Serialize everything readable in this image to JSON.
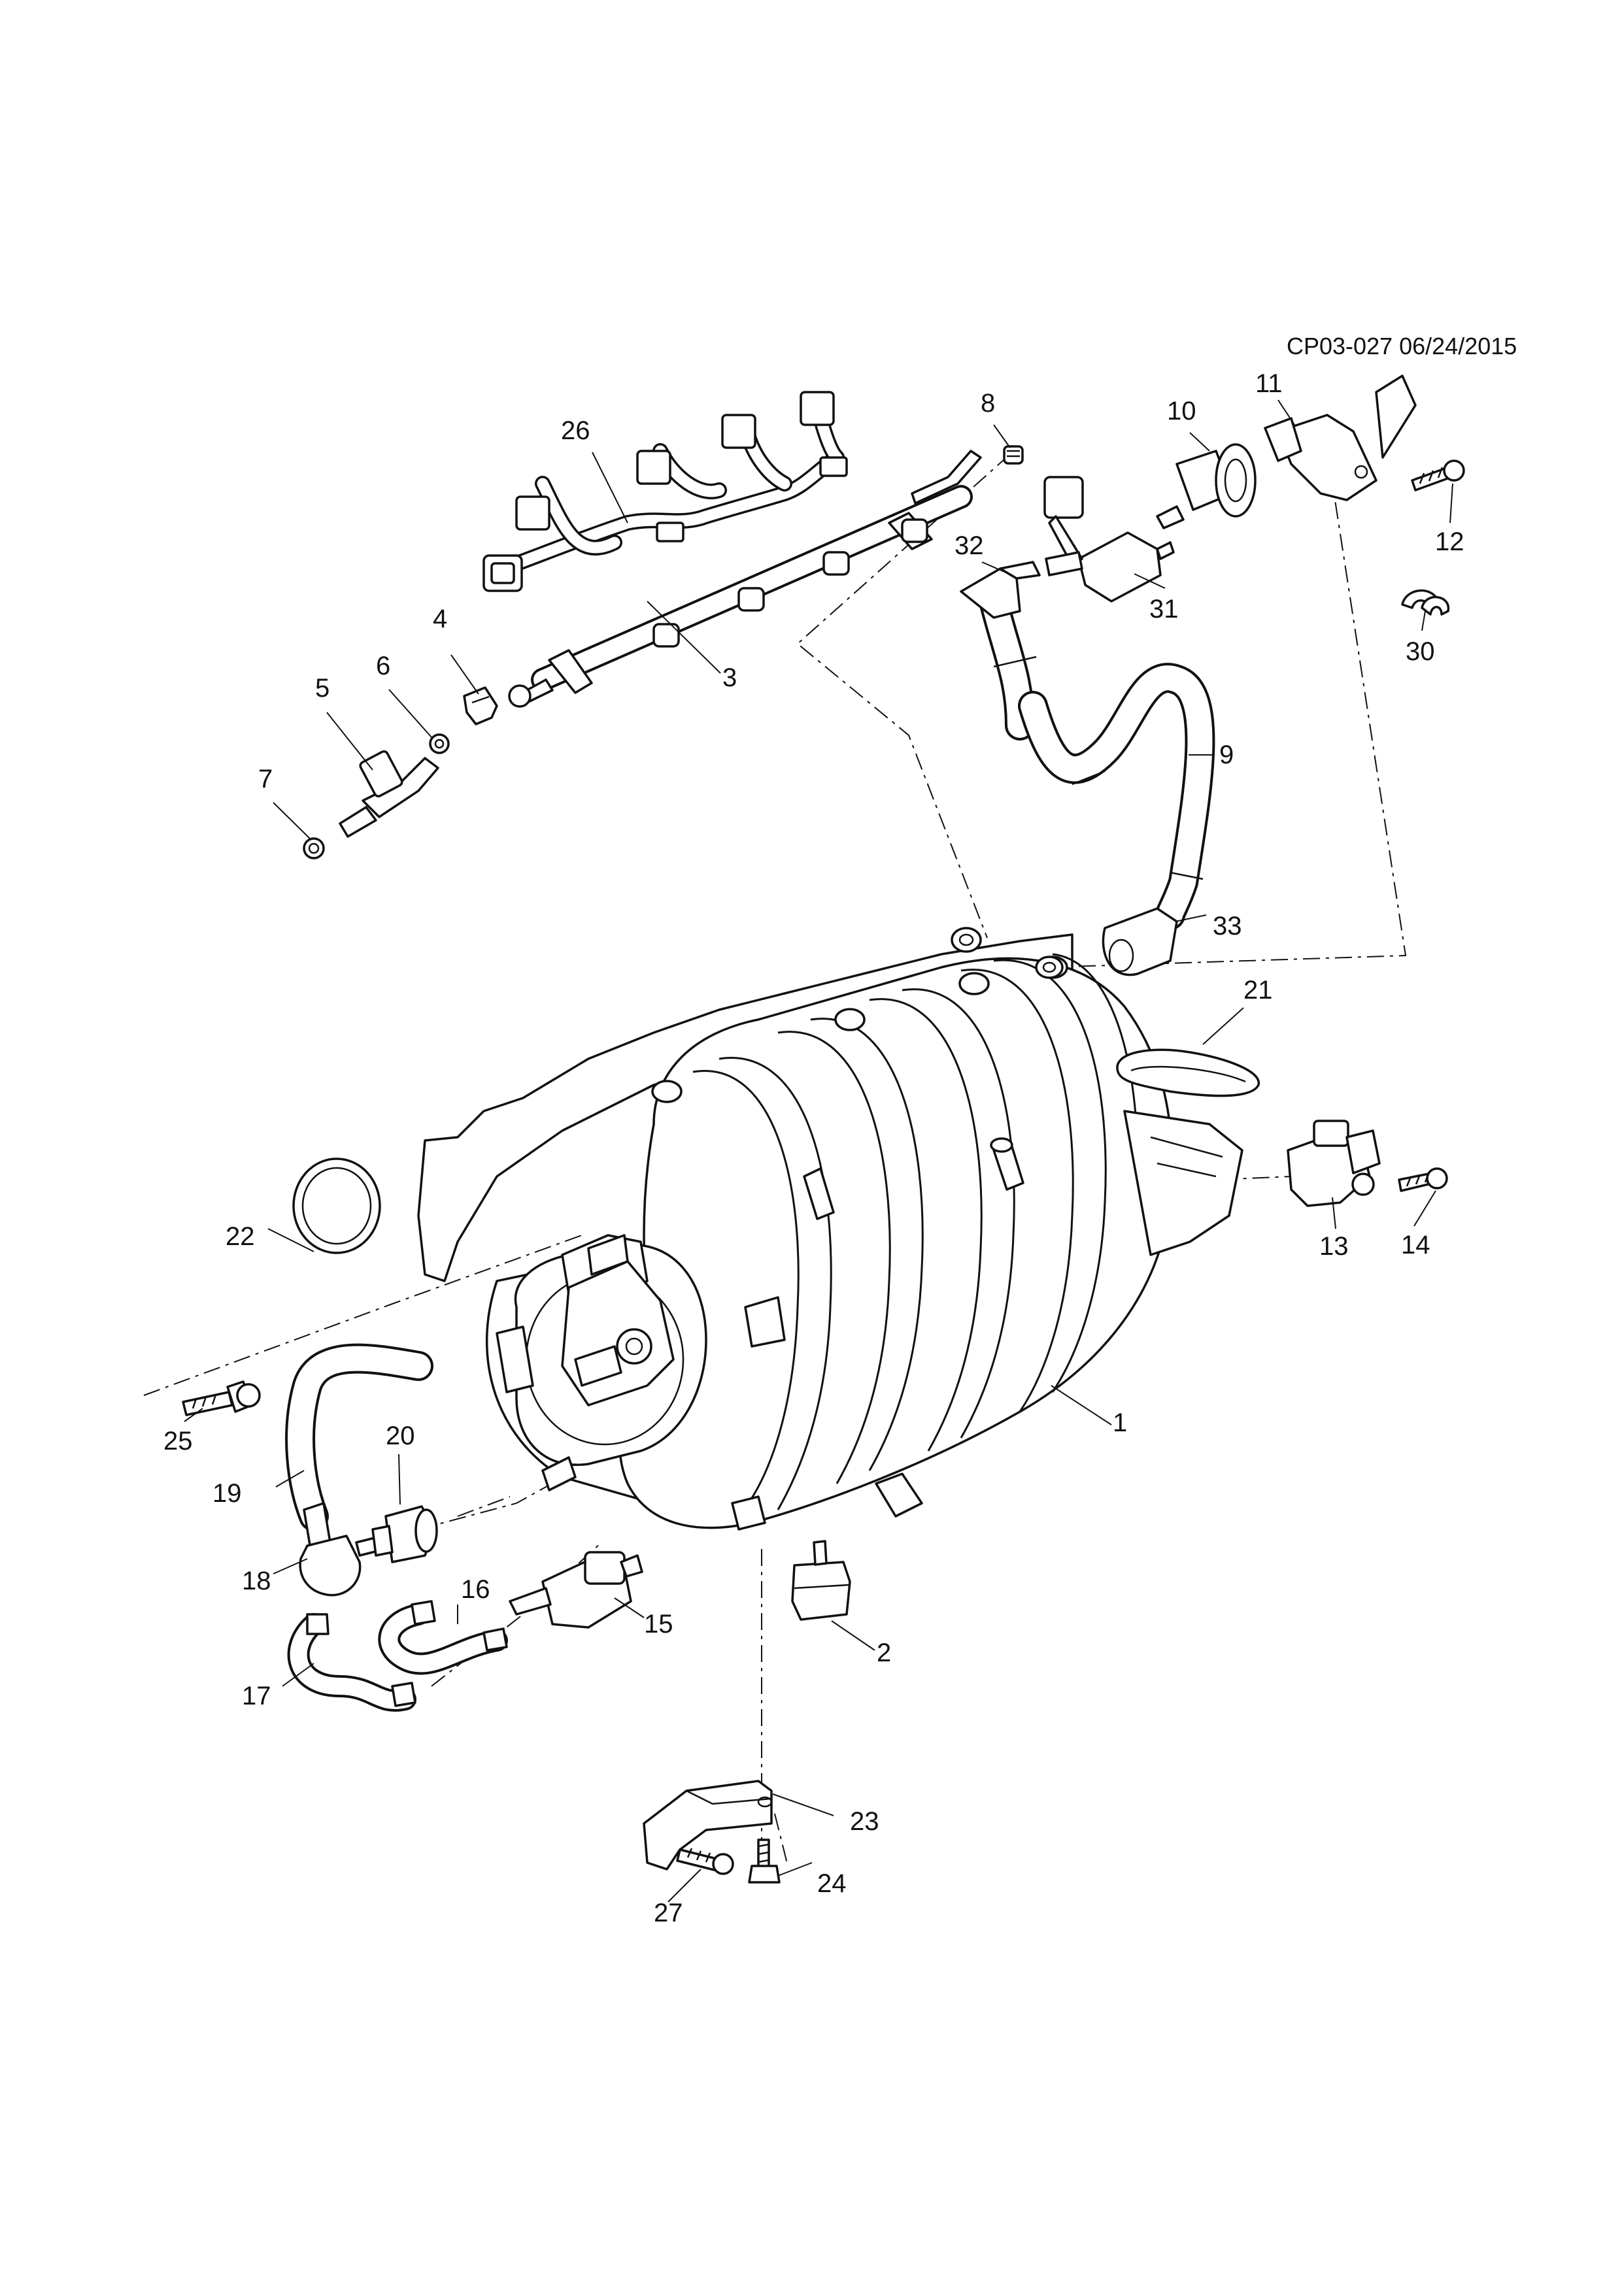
{
  "drawing_code": "CP03-027 06/24/2015",
  "callouts": [
    {
      "id": "1",
      "text": "1"
    },
    {
      "id": "2",
      "text": "2"
    },
    {
      "id": "3",
      "text": "3"
    },
    {
      "id": "4",
      "text": "4"
    },
    {
      "id": "5",
      "text": "5"
    },
    {
      "id": "6",
      "text": "6"
    },
    {
      "id": "7",
      "text": "7"
    },
    {
      "id": "8",
      "text": "8"
    },
    {
      "id": "9",
      "text": "9"
    },
    {
      "id": "10",
      "text": "10"
    },
    {
      "id": "11",
      "text": "11"
    },
    {
      "id": "12",
      "text": "12"
    },
    {
      "id": "13",
      "text": "13"
    },
    {
      "id": "14",
      "text": "14"
    },
    {
      "id": "15",
      "text": "15"
    },
    {
      "id": "16",
      "text": "16"
    },
    {
      "id": "17",
      "text": "17"
    },
    {
      "id": "18",
      "text": "18"
    },
    {
      "id": "19",
      "text": "19"
    },
    {
      "id": "20",
      "text": "20"
    },
    {
      "id": "21",
      "text": "21"
    },
    {
      "id": "22",
      "text": "22"
    },
    {
      "id": "23",
      "text": "23"
    },
    {
      "id": "24",
      "text": "24"
    },
    {
      "id": "25",
      "text": "25"
    },
    {
      "id": "26",
      "text": "26"
    },
    {
      "id": "27",
      "text": "27"
    },
    {
      "id": "30",
      "text": "30"
    },
    {
      "id": "31",
      "text": "31"
    },
    {
      "id": "32",
      "text": "32"
    },
    {
      "id": "33",
      "text": "33"
    }
  ]
}
